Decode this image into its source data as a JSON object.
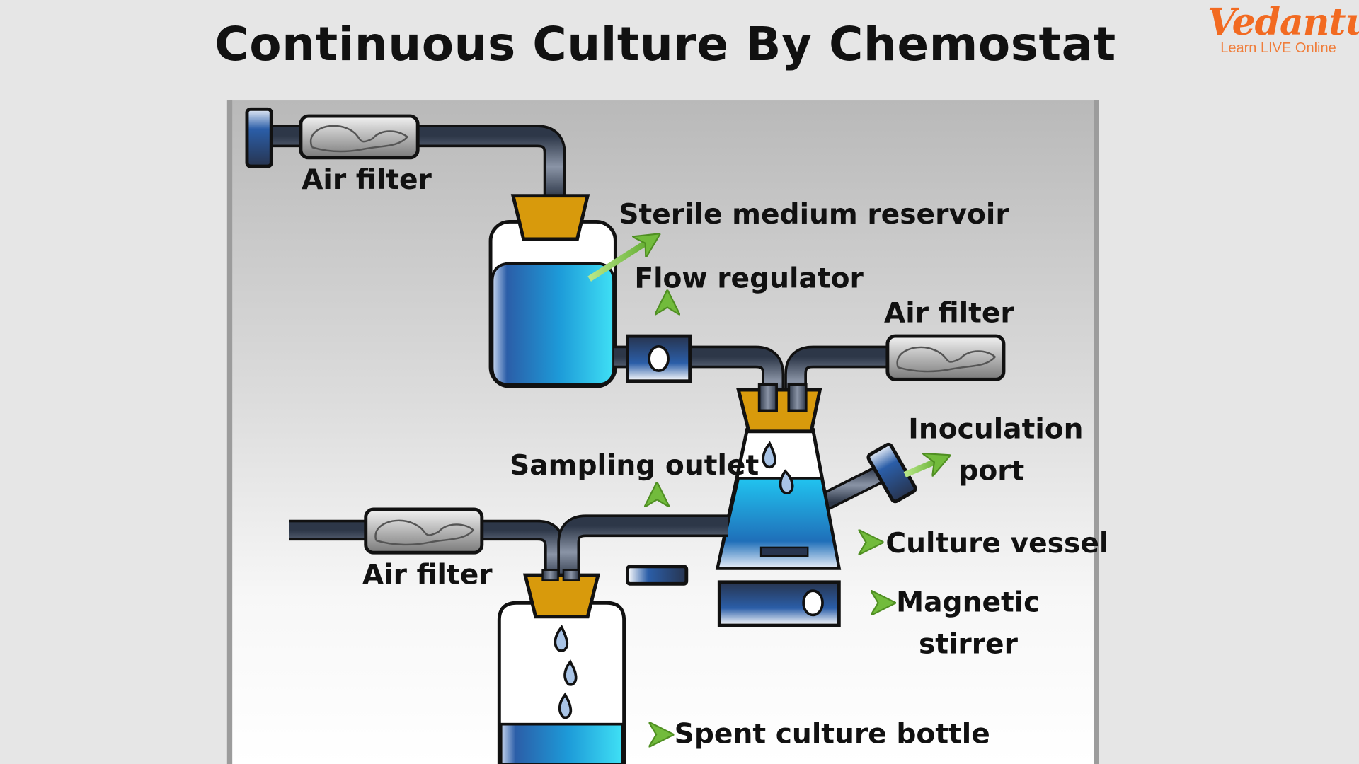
{
  "title": "Continuous Culture By Chemostat",
  "logo": {
    "brand": "Vedantu",
    "tagline": "Learn LIVE Online"
  },
  "colors": {
    "background": "#e6e6e6",
    "accent_orange": "#f26a21",
    "stopper": "#d89a0c",
    "liquid": "#1ea7e0",
    "pipe": "#4a5568",
    "arrow": "#7ec242"
  },
  "labels": {
    "air_filter_top": "Air filter",
    "sterile_medium_reservoir": "Sterile medium reservoir",
    "flow_regulator": "Flow regulator",
    "air_filter_right": "Air filter",
    "inoculation_port_line1": "Inoculation",
    "inoculation_port_line2": "port",
    "sampling_outlet": "Sampling outlet",
    "culture_vessel": "Culture vessel",
    "air_filter_bottom": "Air filter",
    "magnetic_stirrer_line1": "Magnetic",
    "magnetic_stirrer_line2": "stirrer",
    "spent_culture_bottle": "Spent culture bottle"
  }
}
